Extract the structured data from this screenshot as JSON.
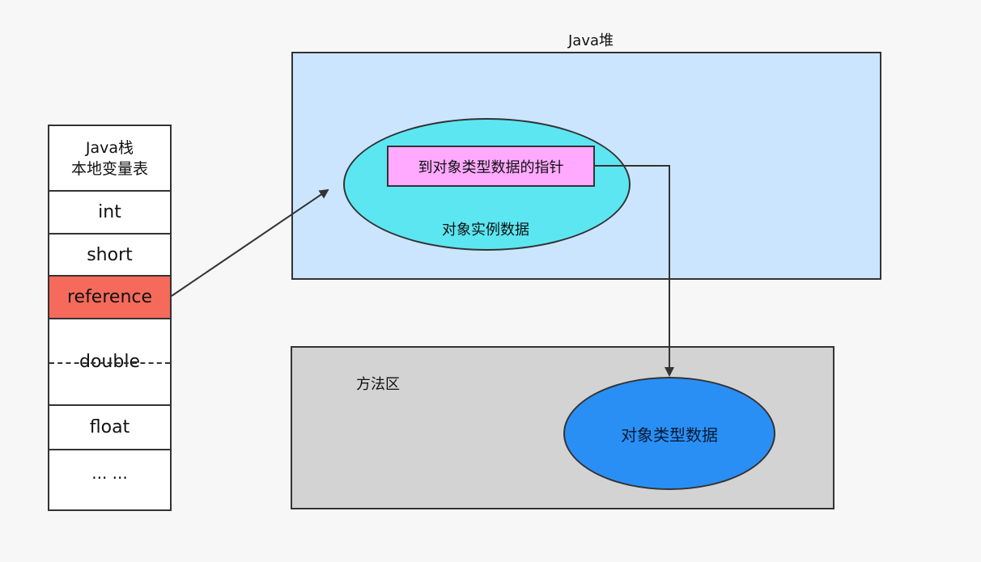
{
  "stack": {
    "title_line1": "Java栈",
    "title_line2": "本地变量表",
    "slots": {
      "int": "int",
      "short": "short",
      "reference": "reference",
      "double": "double",
      "float": "float",
      "more": "... ..."
    },
    "reference_color": "#f56a5b"
  },
  "heap": {
    "title": "Java堆",
    "color": "#cce5ff",
    "instance_label": "对象实例数据",
    "instance_color": "#5ce6f2",
    "pointer_label": "到对象类型数据的指针",
    "pointer_color": "#ffaaff"
  },
  "method_area": {
    "title": "方法区",
    "color": "#d3d3d3",
    "type_data_label": "对象类型数据",
    "type_data_color": "#2a8ff5"
  }
}
